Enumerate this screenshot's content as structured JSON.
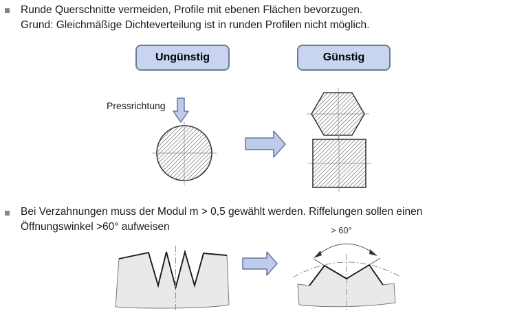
{
  "bullets": [
    {
      "line1": "Runde Querschnitte vermeiden, Profile mit ebenen Flächen bevorzugen.",
      "line2": "Grund: Gleichmäßige Dichteverteilung ist in runden Profilen nicht möglich."
    },
    {
      "line1": "Bei Verzahnungen muss der Modul m > 0,5 gewählt werden. Riffelungen sollen einen",
      "line2": "Öffnungswinkel >60° aufweisen"
    }
  ],
  "labels": {
    "unfavorable": "Ungünstig",
    "favorable": "Günstig",
    "press_direction": "Pressrichtung",
    "angle": "> 60°"
  },
  "colors": {
    "text": "#1a1a1a",
    "bullet": "#7f848e",
    "box_fill": "#c9d5f0",
    "box_border": "#6f7b96",
    "arrow_fill": "#bfcbea",
    "arrow_border": "#67759f",
    "shape_fill": "#e9e9e9",
    "hatch": "#8a8a8a",
    "outline": "#3a3a3a",
    "centerline": "#a8a8a8"
  }
}
